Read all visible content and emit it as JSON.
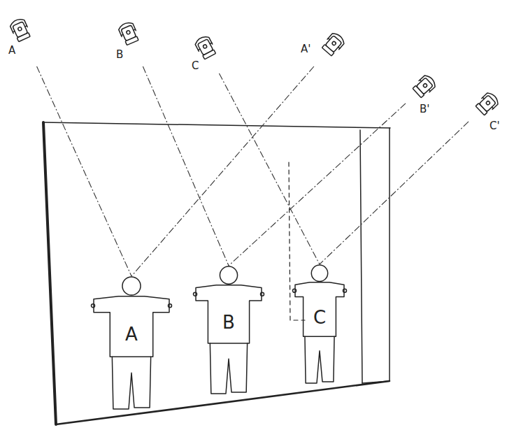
{
  "diagram": {
    "nodes": [
      {
        "text": [
          "A"
        ]
      },
      {
        "text": [
          "B"
        ]
      },
      {
        "text": [
          "C"
        ]
      },
      {
        "text": [
          "A'"
        ]
      },
      {
        "text": [
          "B'"
        ]
      },
      {
        "text": [
          "C'"
        ]
      },
      {
        "text": [
          "A"
        ]
      },
      {
        "text": [
          "B"
        ]
      },
      {
        "text": [
          "C"
        ]
      }
    ],
    "edges": [
      {
        "from": 0,
        "to": 6,
        "arrow": "none"
      },
      {
        "from": 1,
        "to": 7,
        "arrow": "none"
      },
      {
        "from": 2,
        "to": 8,
        "arrow": "none"
      },
      {
        "from": 3,
        "to": 6,
        "arrow": "none"
      },
      {
        "from": 4,
        "to": 7,
        "arrow": "none"
      },
      {
        "from": 5,
        "to": 8,
        "arrow": "none"
      }
    ]
  }
}
